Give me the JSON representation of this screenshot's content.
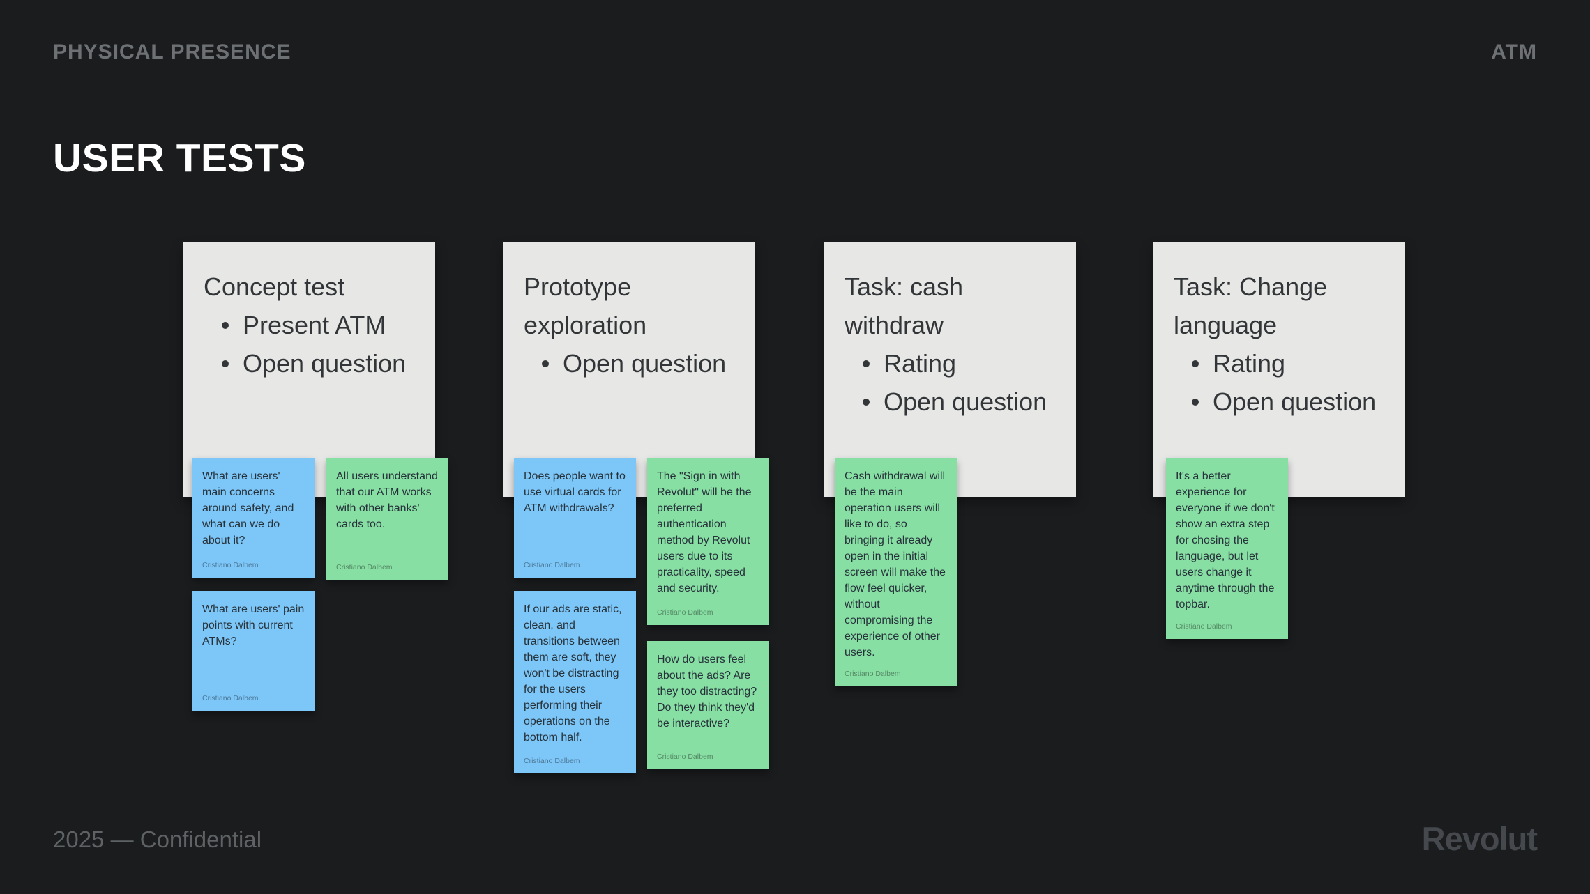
{
  "slide": {
    "eyebrow": "PHYSICAL PRESENCE",
    "corner_tag": "ATM",
    "title": "USER TESTS",
    "footer_left": "2025 — Confidential",
    "brand": "Revolut"
  },
  "colors": {
    "background": "#1a1c1e",
    "card": "#e7e7e6",
    "sticky_blue": "#7dc6f8",
    "sticky_green": "#88dfa4",
    "muted_text": "#6e7174"
  },
  "columns": [
    {
      "title": "Concept test",
      "bullets": [
        "Present ATM",
        "Open question"
      ]
    },
    {
      "title": "Prototype exploration",
      "bullets": [
        "Open question"
      ]
    },
    {
      "title": "Task: cash withdraw",
      "bullets": [
        "Rating",
        "Open question"
      ]
    },
    {
      "title": "Task: Change language",
      "bullets": [
        "Rating",
        "Open question"
      ]
    }
  ],
  "stickies": [
    {
      "color": "blue",
      "text": "What are users' main concerns around safety, and what can we do about it?",
      "author": "Cristiano Dalbem"
    },
    {
      "color": "green",
      "text": "All users understand that our ATM works with other banks' cards too.",
      "author": "Cristiano Dalbem"
    },
    {
      "color": "blue",
      "text": "What are users' pain points with current ATMs?",
      "author": "Cristiano Dalbem"
    },
    {
      "color": "blue",
      "text": "Does people want to use virtual cards for ATM withdrawals?",
      "author": "Cristiano Dalbem"
    },
    {
      "color": "green",
      "text": "The \"Sign in with Revolut\" will be the preferred authentication method by Revolut users due to its practicality, speed and security.",
      "author": "Cristiano Dalbem"
    },
    {
      "color": "blue",
      "text": "If our ads are static, clean, and transitions between them are soft, they won't be distracting for the users performing their operations on the bottom half.",
      "author": "Cristiano Dalbem"
    },
    {
      "color": "green",
      "text": "How do users feel about the ads? Are they too distracting? Do they think they'd be interactive?",
      "author": "Cristiano Dalbem"
    },
    {
      "color": "green",
      "text": "Cash withdrawal will be the main operation users will like to do, so bringing it already open in the initial screen will make the flow feel quicker, without compromising the experience of other users.",
      "author": "Cristiano Dalbem"
    },
    {
      "color": "green",
      "text": "It's a better experience for everyone if we don't show an extra step for chosing the language, but let users change it anytime through the topbar.",
      "author": "Cristiano Dalbem"
    }
  ]
}
